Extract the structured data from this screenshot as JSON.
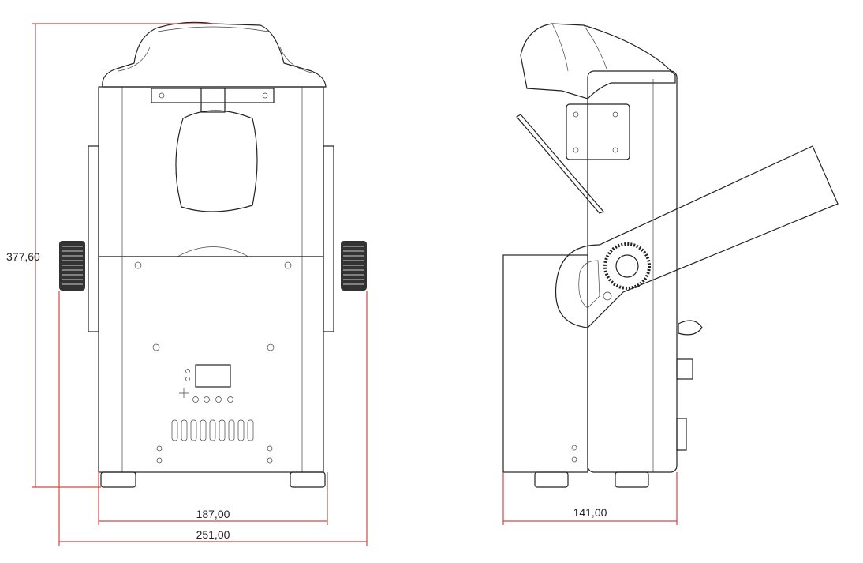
{
  "dimensions": {
    "height": "377,60",
    "body_width": "187,00",
    "overall_width": "251,00",
    "depth": "141,00"
  },
  "colors": {
    "dimension_line": "#d04848",
    "outline": "#222222"
  }
}
